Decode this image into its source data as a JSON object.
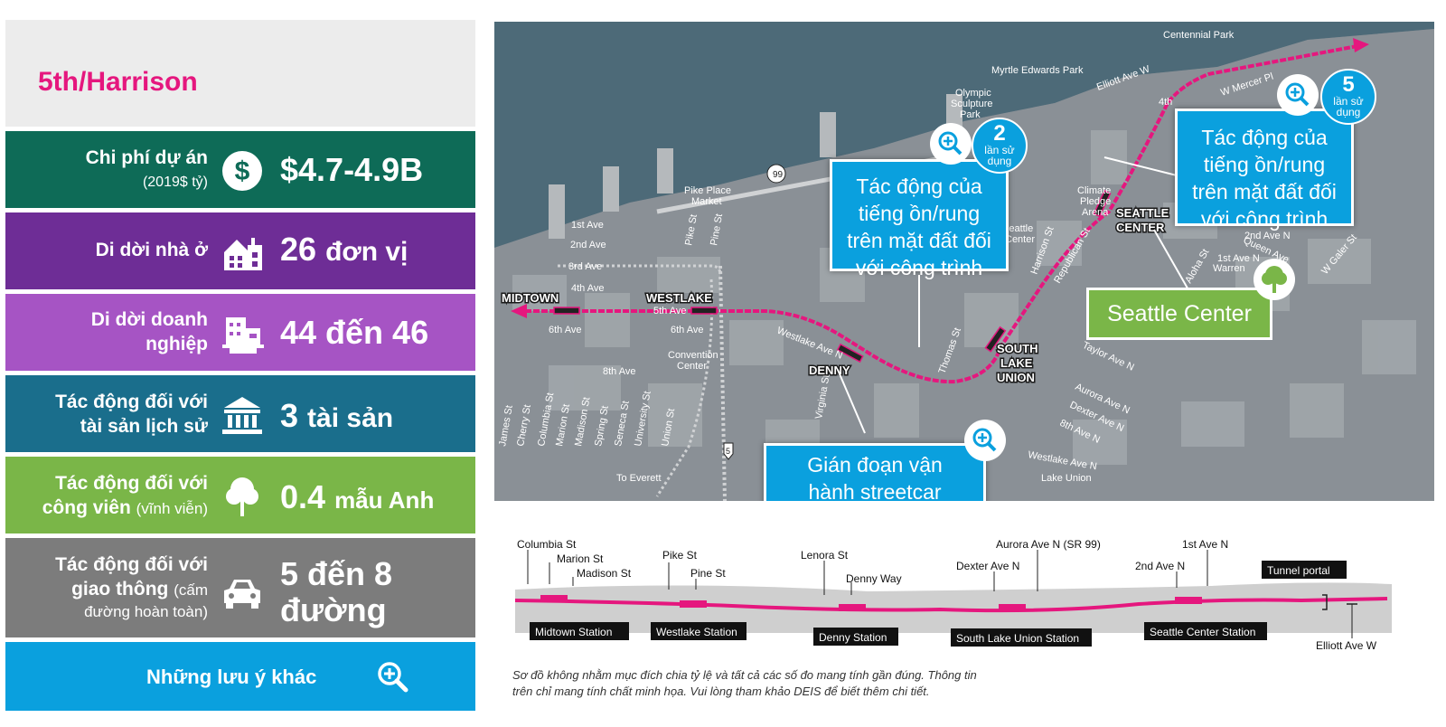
{
  "panel": {
    "title": "5th/Harrison",
    "rows": [
      {
        "label": "Chi phí dự án",
        "sub": "(2019$ tỷ)",
        "value": "$4.7-4.9B",
        "color": "#0e6b57",
        "icon": "dollar-icon"
      },
      {
        "label": "Di dời nhà ở",
        "value": "26",
        "unit": "đơn vị",
        "color": "#6e2d96",
        "icon": "house-icon"
      },
      {
        "label1": "Di dời doanh",
        "label2": "nghiệp",
        "value": "44 đến 46",
        "color": "#a654c4",
        "icon": "business-icon"
      },
      {
        "label1": "Tác động đối với",
        "label2": "tài sản lịch sử",
        "value": "3",
        "unit": "tài sản",
        "color": "#1a6e8c",
        "icon": "historic-building-icon"
      },
      {
        "label1": "Tác động đối với",
        "label2": "công viên",
        "sub": "(vĩnh viễn)",
        "value": "0.4",
        "unit": "mẫu Anh",
        "color": "#7ab648",
        "icon": "tree-icon"
      },
      {
        "label1": "Tác động đối với",
        "label2": "giao thông",
        "sub1": "(cấm",
        "sub2": "đường hoàn toàn)",
        "value1": "5 đến 8",
        "value2": "đường",
        "color": "#7c7c7c",
        "icon": "car-icon"
      },
      {
        "label": "Những lưu ý khác",
        "color": "#0aa0de",
        "icon": "zoom-in-icon"
      }
    ]
  },
  "colors": {
    "route": "#e5177e",
    "callout": "#0aa0de",
    "park": "#7ab648"
  },
  "map": {
    "labels": {
      "centennial": "Centennial Park",
      "myrtle": "Myrtle Edwards Park",
      "olympic1": "Olympic",
      "olympic2": "Sculpture",
      "olympic3": "Park",
      "elliott": "Elliott Ave W",
      "mercer": "W Mercer Pl",
      "hwy99": "99",
      "hwy5": "5",
      "pike_place1": "Pike Place",
      "pike_place2": "Market",
      "ave1": "1st Ave",
      "ave2": "2nd Ave",
      "ave3": "3rd Ave",
      "ave4": "4th Ave",
      "ave5": "5th Ave",
      "ave6": "6th Ave",
      "ave6b": "6th Ave",
      "ave8": "8th Ave",
      "pike": "Pike St",
      "pine": "Pine St",
      "convention1": "Convention",
      "convention2": "Center",
      "westlake_ave": "Westlake Ave N",
      "climate1": "Climate",
      "climate2": "Pledge",
      "climate3": "Arena",
      "seattle_c1": "Seattle",
      "seattle_c2": "Center",
      "harrison": "Harrison St",
      "republican": "Republican St",
      "thomas": "Thomas St",
      "queen_anne": "Queen Ave",
      "taylor": "Taylor Ave N",
      "aurora": "Aurora Ave N",
      "dexter": "Dexter Ave N",
      "ave8n": "8th Ave N",
      "westlake_n": "Westlake Ave N",
      "lake_union": "Lake Union",
      "galer": "W Galer St",
      "virginia": "Virginia St",
      "to_everett": "To Everett",
      "james": "James St",
      "cherry": "Cherry St",
      "columbia": "Columbia St",
      "marion": "Marion St",
      "madison": "Madison St",
      "spring": "Spring St",
      "seneca": "Seneca St",
      "university": "University St",
      "union": "Union St",
      "aloha": "Aloha St",
      "warren": "Warren",
      "ave1n": "1st Ave N",
      "ave2n": "2nd Ave N",
      "ave4n": "4th"
    },
    "stations": {
      "midtown": "MIDTOWN",
      "westlake": "WESTLAKE",
      "denny": "DENNY",
      "slu1": "SOUTH",
      "slu2": "LAKE",
      "slu3": "UNION",
      "sc1": "SEATTLE",
      "sc2": "CENTER"
    },
    "callouts": {
      "noise_left": {
        "l1": "Tác động của",
        "l2": "tiếng ồn/rung",
        "l3": "trên mặt đất đối",
        "l4": "với công trình",
        "count": "2",
        "unit1": "lần sử",
        "unit2": "dụng"
      },
      "noise_right": {
        "l1": "Tác động của",
        "l2": "tiếng ồn/rung",
        "l3": "trên mặt đất đối",
        "l4": "với công trình",
        "count": "5",
        "unit1": "lần sử",
        "unit2": "dụng"
      },
      "streetcar": {
        "l1": "Gián đoạn vận",
        "l2": "hành streetcar"
      },
      "seattle_center": "Seattle Center"
    }
  },
  "profile": {
    "streets": [
      "Columbia St",
      "Marion St",
      "Madison St",
      "Pike St",
      "Pine St",
      "Lenora St",
      "Denny Way",
      "Dexter Ave N",
      "Aurora Ave N (SR 99)",
      "2nd Ave N",
      "1st Ave N",
      "Elliott Ave W"
    ],
    "stations": [
      "Midtown Station",
      "Westlake Station",
      "Denny Station",
      "South Lake Union Station",
      "Seattle Center Station"
    ],
    "portal": "Tunnel portal"
  },
  "note": {
    "line1": "Sơ đồ không nhằm mục đích chia tỷ lệ và tất cả các số đo mang tính gần đúng. Thông tin",
    "line2": "trên chỉ mang tính chất minh họa. Vui lòng tham khảo DEIS để biết thêm chi tiết."
  }
}
